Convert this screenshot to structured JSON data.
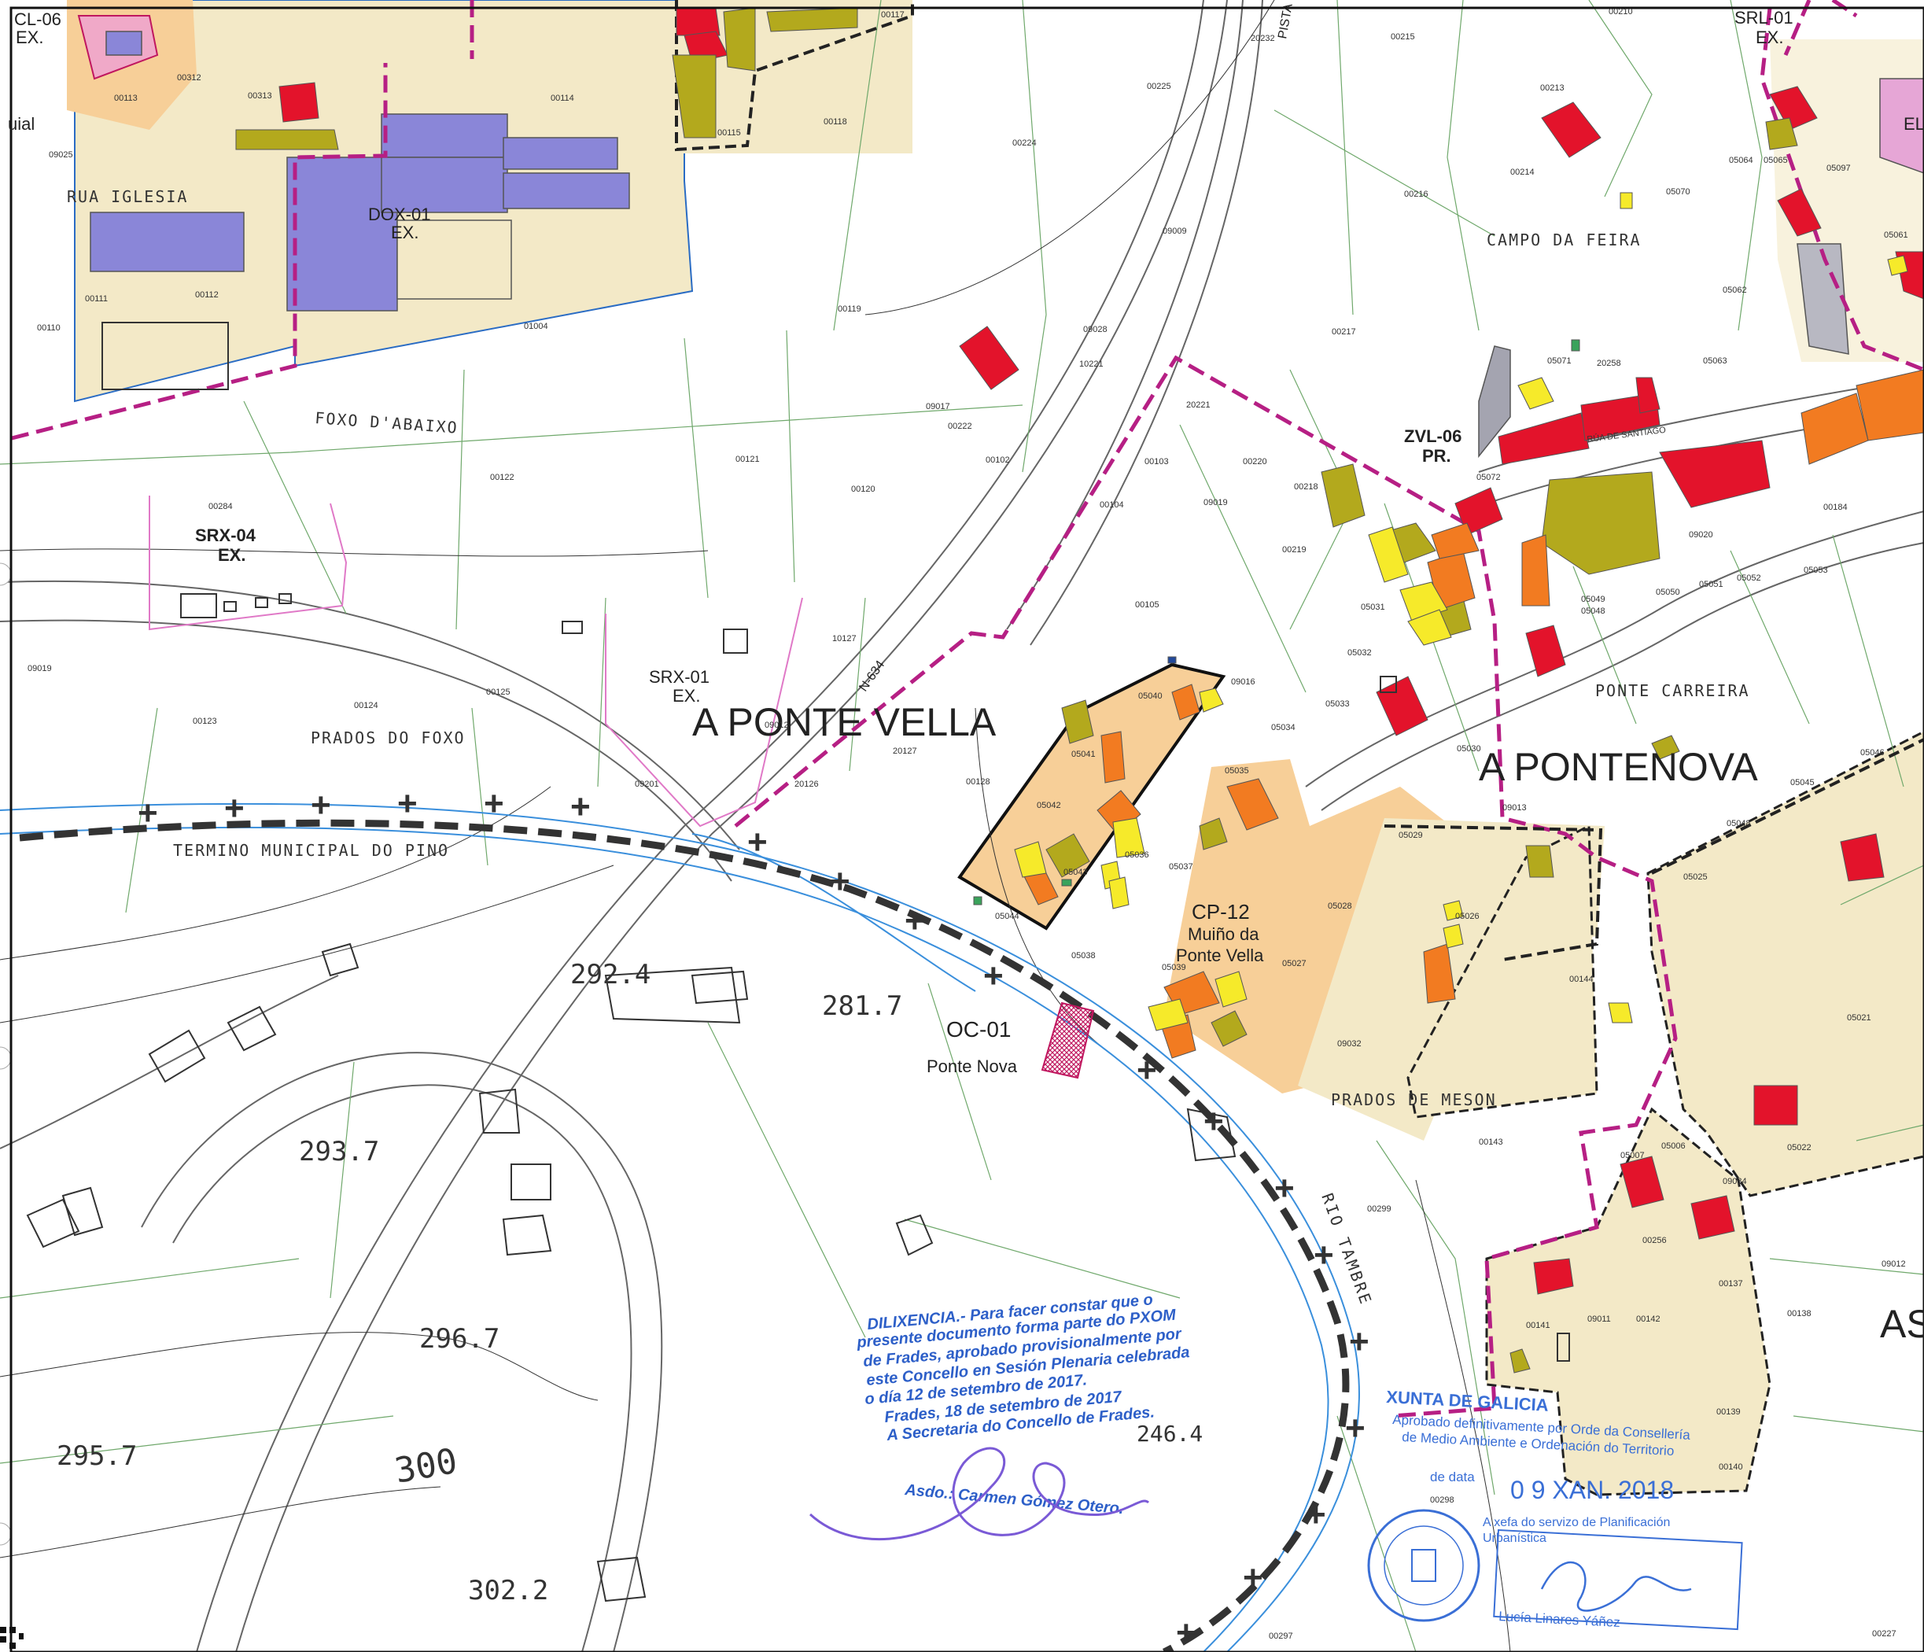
{
  "zones": {
    "cl06": "CL-06",
    "ex": "EX.",
    "srl01": "SRL-01",
    "el": "EL",
    "uial": "uial",
    "rua_iglesia": "RUA IGLESIA",
    "dox01": "DOX-01",
    "foxo_abaixo": "FOXO D'ABAIXO",
    "srx04": "SRX-04",
    "srx01": "SRX-01",
    "a_ponte_vella": "A PONTE VELLA",
    "prados_do_foxo": "PRADOS DO FOXO",
    "termino": "TERMINO MUNICIPAL DO PINO",
    "campo_da_feira": "CAMPO DA FEIRA",
    "zvl06": "ZVL-06",
    "pr": "PR.",
    "rua_santiago": "RÚA DE SANTIAGO",
    "ponte_carreira": "PONTE CARREIRA",
    "a_pontenova": "A PONTENOVA",
    "cp12": "CP-12",
    "muino1": "Muiño da",
    "muino2": "Ponte Vella",
    "oc01": "OC-01",
    "ponte_nova": "Ponte Nova",
    "prados_de_meson": "PRADOS DE MESON",
    "rio_tambre": "RIO TAMBRE",
    "as": "AS",
    "pista": "PISTA",
    "n634": "N-634"
  },
  "elevations": [
    "292.4",
    "281.7",
    "293.7",
    "296.7",
    "295.7",
    "300",
    "302.2",
    "246.4"
  ],
  "parcels": {
    "p00312": "00312",
    "p00113": "00113",
    "p00313": "00313",
    "p00114": "00114",
    "p00117": "00117",
    "p00115": "00115",
    "p00118": "00118",
    "p00225": "00225",
    "p00224": "00224",
    "p00215": "00215",
    "p00232": "20232",
    "p00213": "00213",
    "p00214": "00214",
    "p00216": "00216",
    "p05070": "05070",
    "p05064": "05064",
    "p05065": "05065",
    "p05097": "05097",
    "p05061": "05061",
    "p09025": "09025",
    "p00111": "00111",
    "p00112": "00112",
    "p00110": "00110",
    "p01004": "01004",
    "p00119": "00119",
    "p09009": "09009",
    "p09028": "09028",
    "p10221": "10221",
    "p00217": "00217",
    "p05062": "05062",
    "p05071": "05071",
    "p20258": "20258",
    "p05063": "05063",
    "p09017": "09017",
    "p00222": "00222",
    "p20221": "20221",
    "p00102": "00102",
    "p00122": "00122",
    "p00121": "00121",
    "p00120": "00120",
    "p00103": "00103",
    "p00220": "00220",
    "p00104": "00104",
    "p09019": "09019",
    "p00218": "00218",
    "p05072": "05072",
    "p00184": "00184",
    "p00284": "00284",
    "p00219": "00219",
    "p09020": "09020",
    "p05053": "05053",
    "p05052": "05052",
    "p05051": "05051",
    "p05050": "05050",
    "p05049": "05049",
    "p05048": "05048",
    "p05031": "05031",
    "p00105": "00105",
    "p10127": "10127",
    "p09019b": "09019",
    "p05032": "05032",
    "p09016": "09016",
    "p05040": "05040",
    "p05033": "05033",
    "p00125": "00125",
    "p00124": "00124",
    "p00123": "00123",
    "p05034": "05034",
    "p10127b": "20127",
    "p00128": "00128",
    "p05041": "05041",
    "p09012": "09012",
    "p09201": "09201",
    "p20126": "20126",
    "p05030": "05030",
    "p05046": "05046",
    "p05045": "05045",
    "p05035": "05035",
    "p09013": "09013",
    "p05042": "05042",
    "p05048b": "05048",
    "p05029": "05029",
    "p05025": "05025",
    "p05036": "05036",
    "p05037": "05037",
    "p05043": "05043",
    "p05044": "05044",
    "p05028": "05028",
    "p05026": "05026",
    "p05038": "05038",
    "p05027": "05027",
    "p05039": "05039",
    "p00144": "00144",
    "p05021": "05021",
    "p09032": "09032",
    "p00143": "00143",
    "p05007": "05007",
    "p05006": "05006",
    "p05022": "05022",
    "p09034": "09034",
    "p00299": "00299",
    "p00256": "00256",
    "p09012b": "09012",
    "p00137": "00137",
    "p00138": "00138",
    "p00141": "00141",
    "p09011": "09011",
    "p00142": "00142",
    "p00139": "00139",
    "p00140": "00140",
    "p00298": "00298",
    "p00297": "00297",
    "p00227": "00227",
    "p00210": "00210"
  },
  "stamp_diligencia": {
    "line1": "DILIXENCIA.- Para facer constar que o",
    "line2": "presente documento forma parte do PXOM",
    "line3": "de Frades, aprobado provisionalmente por",
    "line4": "este Concello en Sesión Plenaria celebrada",
    "line5": "o día 12 de setembro de 2017.",
    "line6": "Frades, 18 de setembro de 2017",
    "line7": "A Secretaria do Concello de Frades.",
    "line8": "Asdo.: Carmen Gómez Otero."
  },
  "stamp_xunta": {
    "title": "XUNTA DE GALICIA",
    "line1": "Aprobado definitivamente por Orde da Consellería",
    "line2": "de Medio Ambiente e Ordenación do Territorio",
    "line3": "de data",
    "date": "0 9 XAN. 2018",
    "line4": "A xefa do servizo de Planificación",
    "line5": "Urbanística",
    "line6": "Lucía Linares Yáñez"
  },
  "colors": {
    "urban": "#f3e9c7",
    "core": "#f7cf98",
    "equip": "#8a86d8",
    "red": "#e3132b",
    "olive": "#b3a91d",
    "orange": "#f27b21",
    "yellow": "#f6ea2a",
    "boundary": "#b61f84",
    "river": "#3a8fdc",
    "stamp": "#2d5fc8"
  }
}
